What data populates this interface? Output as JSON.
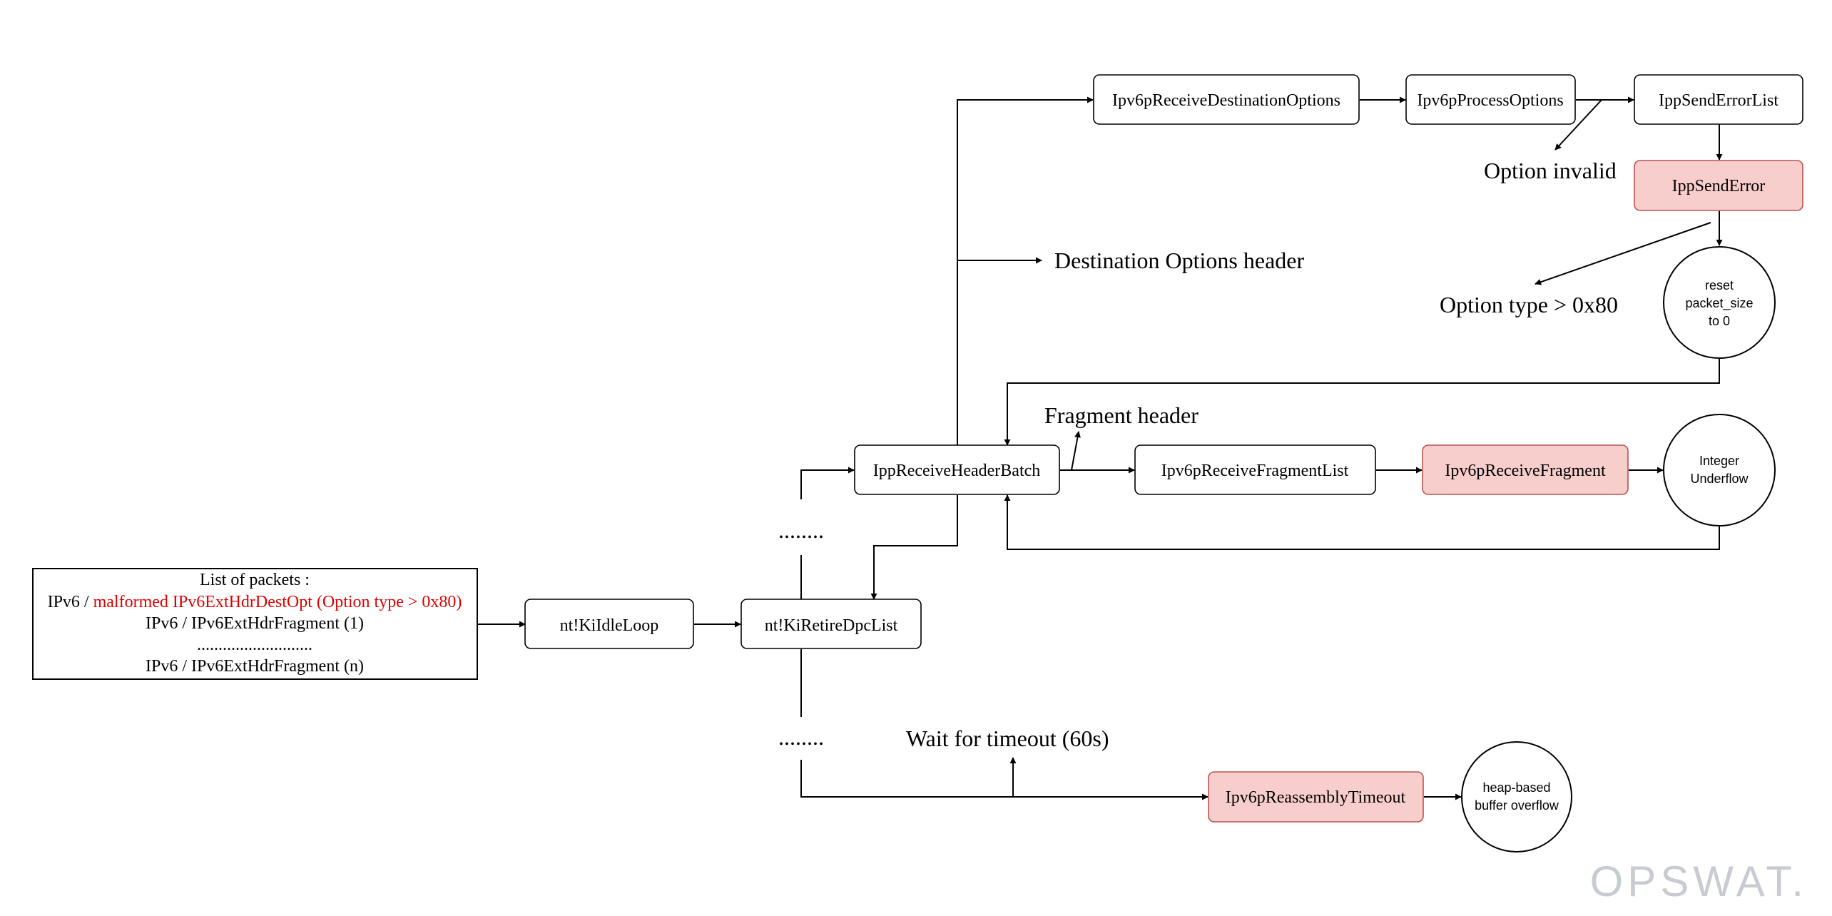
{
  "nodes": {
    "packet_list": {
      "title": "List of packets :",
      "line1_prefix": "IPv6 / ",
      "line1_malformed": "malformed IPv6ExtHdrDestOpt (Option type > 0x80)",
      "line2": "IPv6 / IPv6ExtHdrFragment (1)",
      "line3": "...........................",
      "line4": "IPv6 / IPv6ExtHdrFragment (n)"
    },
    "ki_idle_loop": "nt!KiIdleLoop",
    "ki_retire_dpc_list": "nt!KiRetireDpcList",
    "ipp_receive_header_batch": "IppReceiveHeaderBatch",
    "ipv6p_receive_destination_options": "Ipv6pReceiveDestinationOptions",
    "ipv6p_process_options": "Ipv6pProcessOptions",
    "ipp_send_error_list": "IppSendErrorList",
    "ipp_send_error": "IppSendError",
    "ipv6p_receive_fragment_list": "Ipv6pReceiveFragmentList",
    "ipv6p_receive_fragment": "Ipv6pReceiveFragment",
    "ipv6p_reassembly_timeout": "Ipv6pReassemblyTimeout",
    "reset_packet_size": [
      "reset",
      "packet_size",
      "to 0"
    ],
    "integer_underflow": [
      "Integer",
      "Underflow"
    ],
    "heap_overflow": [
      "heap-based",
      "buffer overflow"
    ]
  },
  "labels": {
    "dots_upper": "........",
    "dots_lower": "........",
    "destination_options_header": "Destination Options header",
    "option_invalid": "Option invalid",
    "option_type": "Option type > 0x80",
    "fragment_header": "Fragment header",
    "wait_timeout": "Wait for timeout (60s)"
  },
  "logo": "OPSWAT.",
  "colors": {
    "highlight_fill": "#f8cecc",
    "highlight_stroke": "#b85450",
    "malformed_text": "#e00000",
    "logo": "#c8ccd2"
  }
}
